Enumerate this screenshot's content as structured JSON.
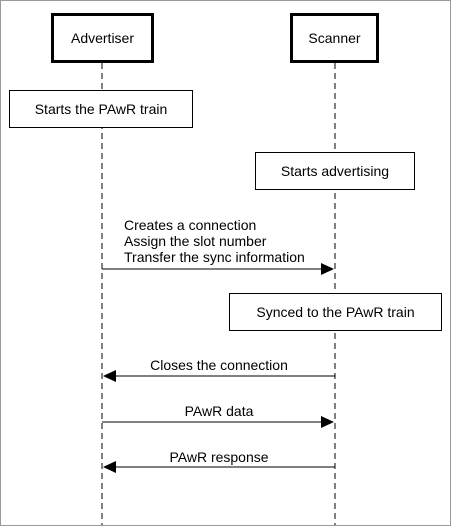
{
  "actors": {
    "advertiser": "Advertiser",
    "scanner": "Scanner"
  },
  "notes": {
    "starts_pawr": "Starts the PAwR train",
    "starts_advertising": "Starts advertising",
    "synced": "Synced to the PAwR train"
  },
  "messages": {
    "create_connection": [
      "Creates a connection",
      "Assign the slot number",
      "Transfer the sync information"
    ],
    "close_connection": "Closes the connection",
    "pawr_data": "PAwR data",
    "pawr_response": "PAwR response"
  }
}
